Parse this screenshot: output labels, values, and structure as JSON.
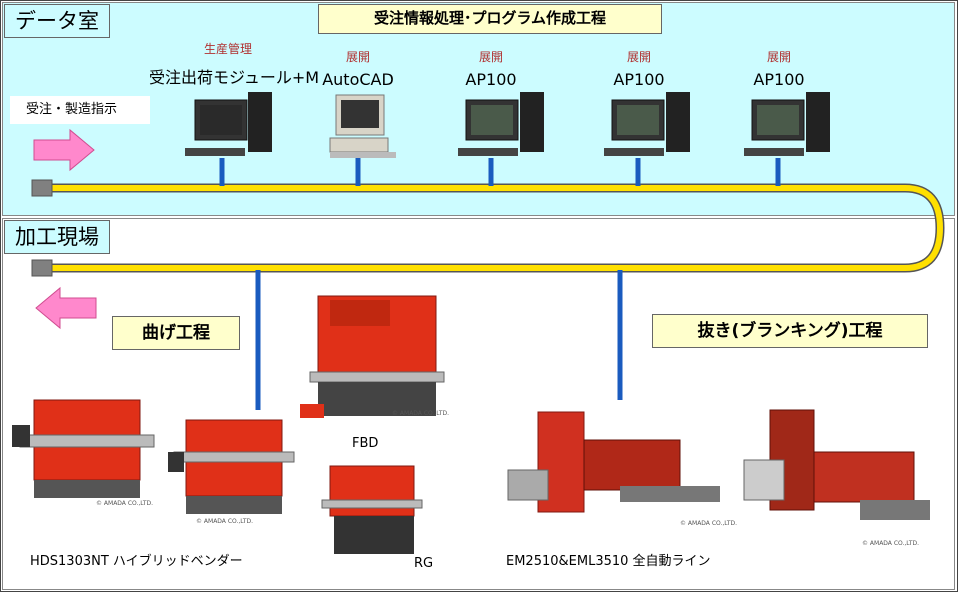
{
  "data_room": {
    "label": "データ室"
  },
  "factory": {
    "label": "加工現場"
  },
  "process_title": "受注情報処理･プログラム作成工程",
  "order_instruction": "受注・製造指示",
  "workstations": [
    {
      "role": "生産管理",
      "name": "受注出荷モジュール+M"
    },
    {
      "role": "展開",
      "name": "AutoCAD"
    },
    {
      "role": "展開",
      "name": "AP100"
    },
    {
      "role": "展開",
      "name": "AP100"
    },
    {
      "role": "展開",
      "name": "AP100"
    }
  ],
  "bending": {
    "title": "曲げ工程",
    "machines": [
      {
        "name": "HDS1303NT ハイブリッドベンダー"
      },
      {
        "name": "FBD"
      },
      {
        "name": "RG"
      }
    ]
  },
  "blanking": {
    "title": "抜き(ブランキング)工程",
    "line": "EM2510&EML3510 全自動ライン"
  },
  "copyright": "© AMADA CO.,LTD.",
  "colors": {
    "data_room_bg": "#ccfcff",
    "network_cable": "#ffe000",
    "drop_line": "#1a5bbf",
    "arrow": "#ff88cc",
    "title_bg": "#ffffcc",
    "machine_red": "#e03018"
  }
}
